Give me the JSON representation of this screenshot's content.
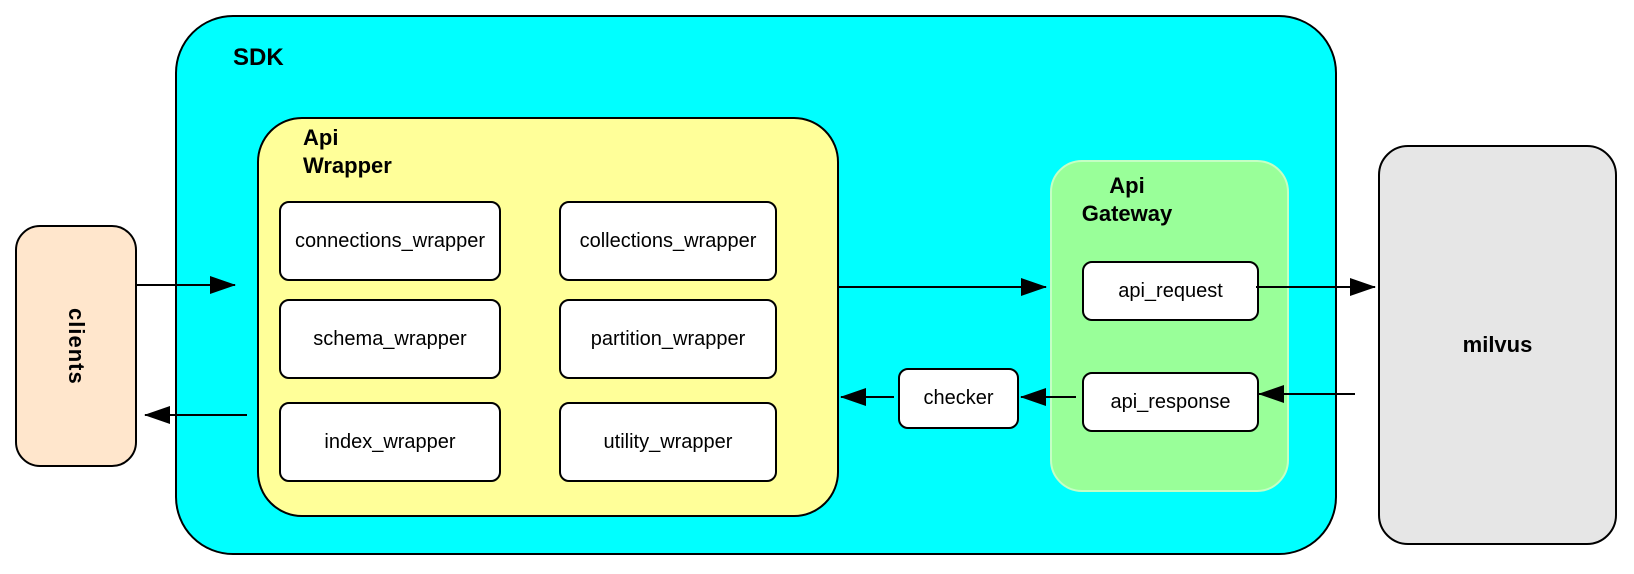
{
  "diagram": {
    "nodes": {
      "clients": {
        "label": "clients"
      },
      "sdk": {
        "label": "SDK"
      },
      "api_wrapper": {
        "label": "Api\nWrapper",
        "boxes": [
          "connections_wrapper",
          "collections_wrapper",
          "schema_wrapper",
          "partition_wrapper",
          "index_wrapper",
          "utility_wrapper"
        ]
      },
      "checker": {
        "label": "checker"
      },
      "api_gateway": {
        "label": "Api\nGateway",
        "boxes": [
          "api_request",
          "api_response"
        ]
      },
      "milvus": {
        "label": "milvus"
      }
    },
    "colors": {
      "sdk_fill": "#00FFFF",
      "api_wrapper_fill": "#FFFF99",
      "api_gateway_fill": "#99FF99",
      "clients_fill": "#FFE6CC",
      "milvus_fill": "#E6E6E6",
      "box_fill": "#FFFFFF",
      "stroke": "#000000"
    },
    "connections": [
      "clients -> sdk",
      "sdk -> clients",
      "api_wrapper -> api_gateway",
      "api_request -> milvus",
      "milvus -> api_response",
      "api_response -> checker",
      "checker -> api_wrapper"
    ]
  }
}
